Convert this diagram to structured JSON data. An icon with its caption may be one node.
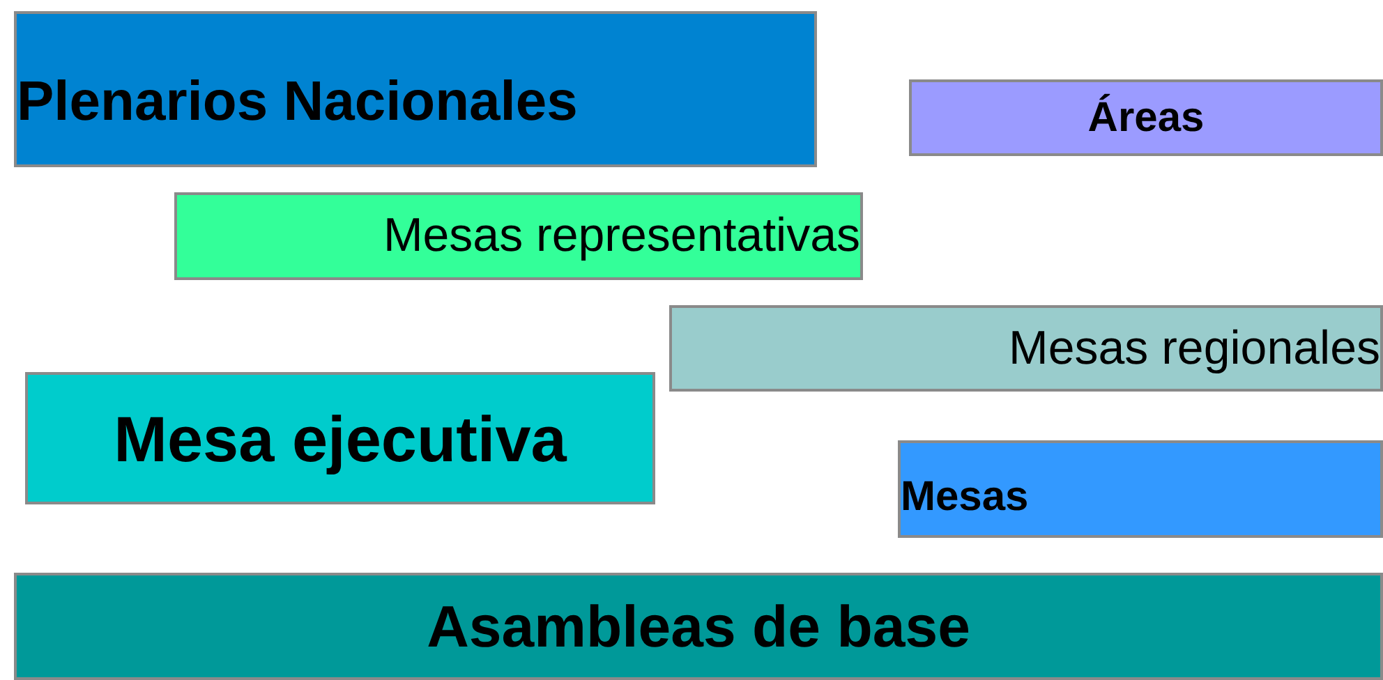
{
  "diagram": {
    "nodes": [
      {
        "text": [
          "Plenarios Nacionales"
        ]
      },
      {
        "text": [
          "Áreas"
        ]
      },
      {
        "text": [
          "Mesas representativas"
        ]
      },
      {
        "text": [
          "Mesas regionales"
        ]
      },
      {
        "text": [
          "Mesa ejecutiva"
        ]
      },
      {
        "text": [
          "Mesas"
        ]
      },
      {
        "text": [
          "Asambleas de base"
        ]
      }
    ]
  }
}
